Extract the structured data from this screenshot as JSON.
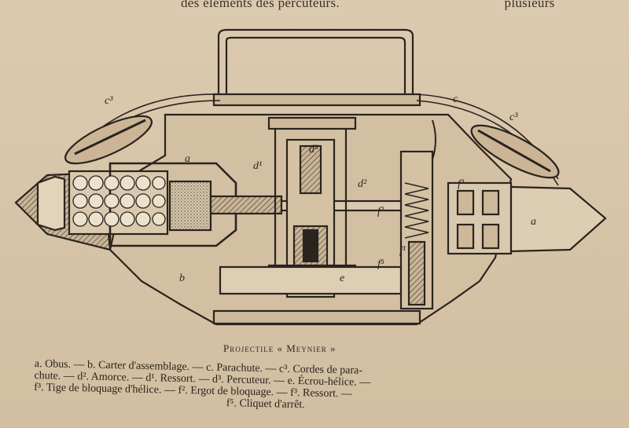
{
  "header_fragment": "des éléments des percuteurs.",
  "header_fragment_right": "plusieurs",
  "figure": {
    "labels": {
      "a_left": "a",
      "a_right": "a",
      "b": "b",
      "c": "c",
      "c3_left": "c³",
      "c3_right": "c³",
      "d1": "d¹",
      "d2": "d²",
      "d3": "d³",
      "e": "e",
      "f2": "f²",
      "f3": "f³",
      "f5": "f⁵",
      "f1": "f¹"
    }
  },
  "caption": {
    "title": "Projectile « Meynier »",
    "legend_lines": [
      "a. Obus. — b. Carter d'assemblage. — c. Parachute. — c³. Cordes de para-",
      "chute. — d². Amorce. — d¹. Ressort. — d³. Percuteur. — e. Écrou-hélice. —",
      "f³. Tige de bloquage d'hélice. — f². Ergot de bloquage. — f³. Ressort. —",
      "f⁵. Cliquet d'arrêt."
    ]
  }
}
